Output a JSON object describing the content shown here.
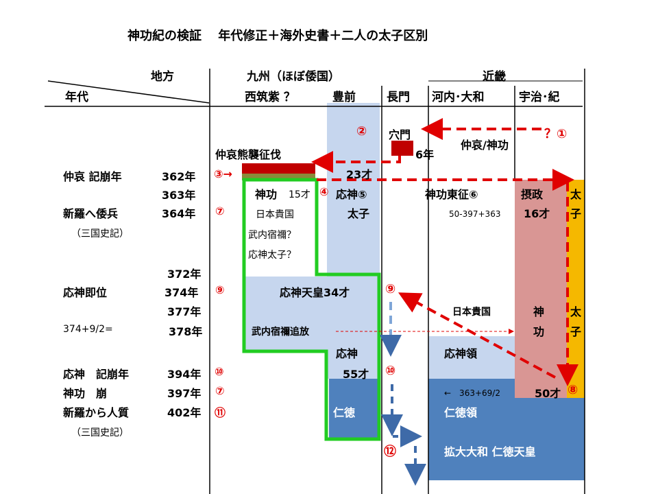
{
  "title": "神功紀の検証　 年代修正＋海外史書＋二人の太子区別",
  "header": {
    "region_label": "地方",
    "era_label": "年代",
    "kyushu": "九州（ほぼ倭国）",
    "kinki": "近畿",
    "nishichikushi": "西筑紫 ？",
    "buzen": "豊前",
    "nagato": "長門",
    "kawachi": "河内･大和",
    "uji": "宇治･紀"
  },
  "rows": [
    {
      "event": "仲哀 記崩年",
      "year": "362年",
      "mark": "③→"
    },
    {
      "event": "",
      "year": "363年",
      "mark": ""
    },
    {
      "event": "新羅へ倭兵",
      "year": "364年",
      "mark": "⑦"
    },
    {
      "event": "（三国史記）",
      "year": "",
      "mark": ""
    },
    {
      "event": "",
      "year": "372年",
      "mark": ""
    },
    {
      "event": "応神即位",
      "year": "374年",
      "mark": "⑨"
    },
    {
      "event": "",
      "year": "377年",
      "mark": ""
    },
    {
      "event": "374+9/2=",
      "year": "378年",
      "mark": ""
    },
    {
      "event": "応神　記崩年",
      "year": "394年",
      "mark": "⑩"
    },
    {
      "event": "神功　崩",
      "year": "397年",
      "mark": "⑦"
    },
    {
      "event": "新羅から人質",
      "year": "402年",
      "mark": "⑪"
    },
    {
      "event": "（三国史記）",
      "year": "",
      "mark": ""
    }
  ],
  "labels": {
    "chuai_kumaso": "仲哀熊襲征伐",
    "anato": "穴門",
    "six_year": "6年",
    "chuai_jingu": "仲哀/神功",
    "q1": "？①",
    "c2": "②",
    "age23": "23才",
    "jingu15": "神功",
    "age15": "15才",
    "c4": "④",
    "ojin5": "応神⑤",
    "jingu_east": "神功東征⑥",
    "sessei": "摂政",
    "taishi1": "太",
    "taishi2": "子",
    "nihon_kikoku1": "日本貴国",
    "buzen_taishi": "太子",
    "calc1": "50-397+363",
    "age16": "16才",
    "takenouchi_q": "武内宿禰？",
    "ojin_taishi_q": "応神太子？",
    "ojin_tenno": "応神天皇34才",
    "c9": "⑨",
    "nihon_kikoku2": "日本貴国",
    "kami": "神",
    "kou": "功",
    "taishi3": "太",
    "taishi4": "子",
    "takenouchi_tsuiho": "武内宿禰追放",
    "ojin": "応神",
    "ojin_ryo": "応神領",
    "age55": "55才",
    "c10": "⑩",
    "calc2": "←　363+69/2",
    "age50": "50才",
    "c8": "⑧",
    "nintoku": "仁徳",
    "nintoku_ryo": "仁徳領",
    "c12": "⑫",
    "kakudai": "拡大大和 仁徳天皇"
  },
  "colors": {
    "light_blue": "#c6d6ee",
    "mid_blue": "#4f81bd",
    "dark_red": "#c00000",
    "pink": "#d99694",
    "orange": "#f5b800",
    "green": "#22cc22",
    "red_arrow": "#e00000",
    "blue_arrow": "#3e6aa8"
  }
}
